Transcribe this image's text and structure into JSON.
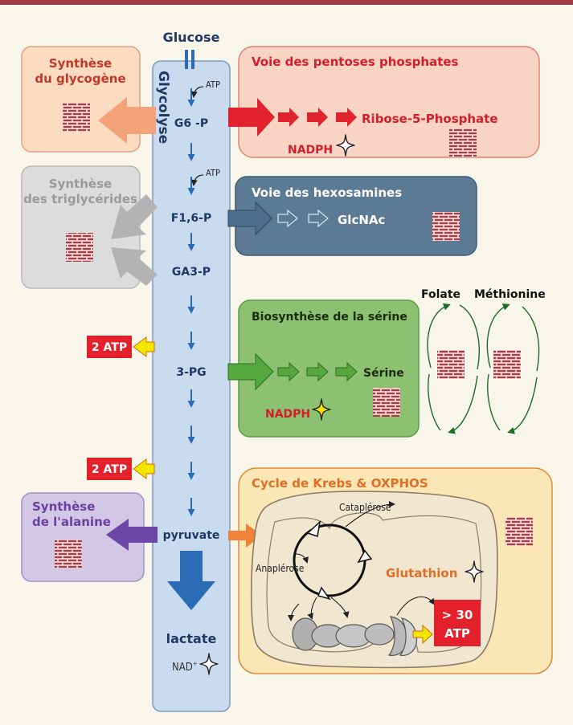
{
  "colors": {
    "background": "#f8f6ea",
    "top_bar": "#a23b43",
    "glycolysis_column": "#c9dcef",
    "glycolysis_arrow": "#2c6cb6",
    "pentose_box": "#f9d3c3",
    "pentose_title": "#d21f2b",
    "hexosamine_box": "#5d7a95",
    "serine_box": "#8bc171",
    "krebs_box": "#fbe7b6",
    "krebs_title": "#e06e25",
    "glycogen_box": "#fbdcc0",
    "glycogen_title": "#c0392b",
    "triglyceride_box": "#dcdcdc",
    "triglyceride_title": "#9a9a9a",
    "alanine_box": "#d3c7e6",
    "alanine_title": "#6a3fa0",
    "atp_badge": "#e4202b",
    "atp_arrow": "#f3e600",
    "brick": "#b03a3f",
    "folate_cycle": "#1f6b2a"
  },
  "glycolysis": {
    "substrate": "Glucose",
    "title": "Glycolyse",
    "intermediates": [
      "G6 -P",
      "F1,6-P",
      "GA3-P",
      "3-PG",
      "pyruvate"
    ],
    "product": "lactate",
    "cofactor": "NAD",
    "cofactor_sup": "+",
    "atp_labels": [
      "ATP",
      "ATP"
    ]
  },
  "atp_yields": [
    "2 ATP",
    "2 ATP"
  ],
  "pathways": {
    "glycogen": {
      "title_line1": "Synthèse",
      "title_line2": "du glycogène"
    },
    "triglycerides": {
      "title_line1": "Synthèse",
      "title_line2": "des triglycérides"
    },
    "alanine": {
      "title_line1": "Synthèse",
      "title_line2": "de l'alanine"
    },
    "pentose": {
      "title": "Voie des pentoses phosphates",
      "product": "Ribose-5-Phosphate",
      "cofactor": "NADPH"
    },
    "hexosamine": {
      "title": "Voie des hexosamines",
      "product": "GlcNAc"
    },
    "serine": {
      "title": "Biosynthèse de la sérine",
      "product": "Sérine",
      "cofactor": "NADPH"
    },
    "krebs": {
      "title": "Cycle de Krebs & OXPHOS",
      "cataplerosis": "Cataplérose",
      "anaplerosis": "Anaplérose",
      "glutathione": "Glutathion",
      "atp_line1": "> 30",
      "atp_line2": "ATP"
    }
  },
  "one_carbon": {
    "folate": "Folate",
    "methionine": "Méthionine"
  }
}
